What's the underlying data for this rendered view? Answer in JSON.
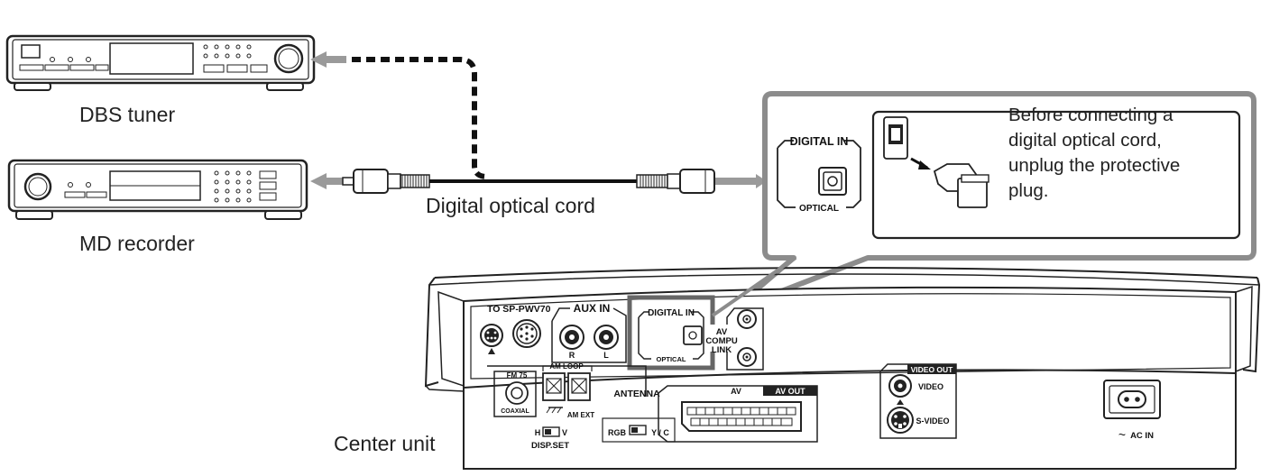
{
  "devices": {
    "dbs_tuner_label": "DBS tuner",
    "md_recorder_label": "MD recorder",
    "center_unit_label": "Center unit"
  },
  "cable": {
    "label": "Digital optical cord"
  },
  "callout": {
    "digital_in_label": "DIGITAL IN",
    "optical_label": "OPTICAL",
    "note_lines": [
      "Before connecting a",
      "digital optical cord,",
      "unplug the protective",
      "plug."
    ]
  },
  "panel": {
    "to_sp": "TO SP-PWV70",
    "aux_in": "AUX IN",
    "aux_r": "R",
    "aux_l": "L",
    "digital_in": "DIGITAL IN",
    "optical": "OPTICAL",
    "av_compu_link": [
      "AV",
      "COMPU",
      "LINK"
    ],
    "fm_75": "FM 75",
    "coaxial": "COAXIAL",
    "am_loop": "AM  LOOP",
    "am_ext": "AM EXT",
    "antenna": "ANTENNA",
    "av": "AV",
    "av_out": "AV OUT",
    "rgb": "RGB",
    "y_c": "Y / C",
    "h": "H",
    "v": "V",
    "disp_set": "DISP.SET",
    "video_out": "VIDEO OUT",
    "video": "VIDEO",
    "s_video": "S-VIDEO",
    "ac_in": "AC IN"
  }
}
